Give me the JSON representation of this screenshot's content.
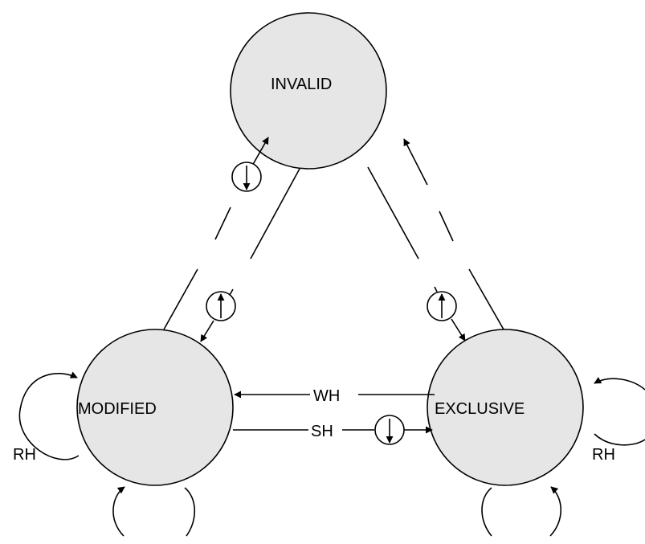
{
  "states": {
    "invalid": "INVALID",
    "modified": "MODIFIED",
    "exclusive": "EXCLUSIVE"
  },
  "transitions": {
    "exclusive_to_modified": "WH",
    "modified_to_exclusive": "SH",
    "modified_self": "RH",
    "exclusive_self": "RH"
  },
  "colors": {
    "state_fill": "#e6e6e6",
    "stroke": "#000000"
  }
}
